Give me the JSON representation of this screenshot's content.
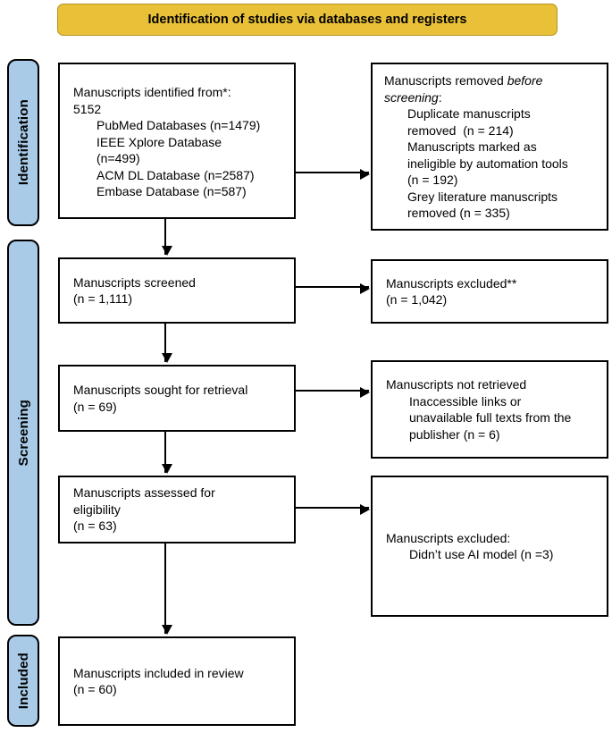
{
  "banner": {
    "title": "Identification of studies via databases and registers"
  },
  "sidebar": {
    "identification": "Identification",
    "screening": "Screening",
    "included": "Included"
  },
  "boxes": {
    "identified": {
      "lines": [
        "Manuscripts identified from*:",
        "5152",
        "PubMed Databases (n=1479)",
        "IEEE Xplore Database",
        "(n=499)",
        "ACM DL Database (n=2587)",
        "Embase Database (n=587)"
      ]
    },
    "removed_before_screening": {
      "l1_normal": "Manuscripts removed ",
      "l1_italic": "before",
      "l2_italic": "screening",
      "l2_normal": ":",
      "items": [
        "Duplicate manuscripts",
        "removed  (n = 214)",
        "Manuscripts marked as",
        "ineligible by automation tools",
        "(n = 192)",
        "Grey literature manuscripts",
        "removed (n = 335)"
      ]
    },
    "screened": {
      "line1": "Manuscripts screened",
      "line2": "(n = 1,111)"
    },
    "excluded_screening": {
      "line1": "Manuscripts excluded**",
      "line2": "(n = 1,042)"
    },
    "sought": {
      "line1": "Manuscripts sought for retrieval",
      "line2": "(n = 69)"
    },
    "not_retrieved": {
      "line1": "Manuscripts not retrieved",
      "items": [
        "Inaccessible links or",
        "unavailable full texts from the",
        "publisher (n = 6)"
      ]
    },
    "assessed": {
      "line1": "Manuscripts assessed for",
      "line2": "eligibility",
      "line3": "(n = 63)"
    },
    "excluded_eligibility": {
      "line1": "Manuscripts excluded:",
      "item1": "Didn’t use AI model (n =3)"
    },
    "included_review": {
      "line1": "Manuscripts included in review",
      "line2": "(n = 60)"
    }
  },
  "colors": {
    "banner_fill": "#E9C138",
    "sidebar_fill": "#A9CBE8",
    "box_border": "#000000"
  }
}
